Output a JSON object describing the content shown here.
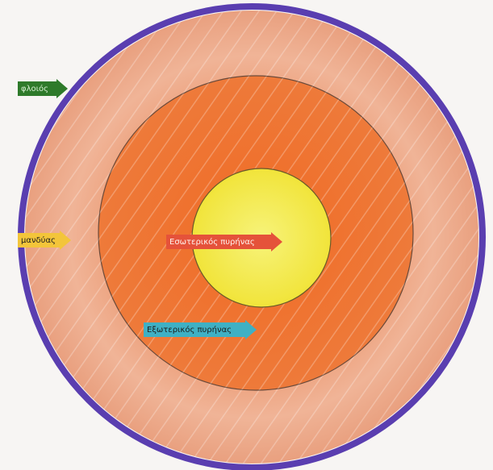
{
  "diagram": {
    "layers": [
      {
        "key": "crust",
        "color": "#5a3eb0"
      },
      {
        "key": "mantle",
        "color": "#e9a07a"
      },
      {
        "key": "outer_core",
        "color": "#f0742f"
      },
      {
        "key": "inner_core",
        "color": "#f4ec3c"
      }
    ],
    "labels": {
      "crust": "φλοιός",
      "mantle": "μανδύας",
      "inner_core": "Εσωτερικός πυρήνας",
      "outer_core": "Εξωτερικός πυρήνας"
    },
    "arrow_colors": {
      "crust": "#2e7a2a",
      "mantle": "#f3c53a",
      "inner_core": "#e5523a",
      "outer_core": "#3fb0c4"
    }
  }
}
